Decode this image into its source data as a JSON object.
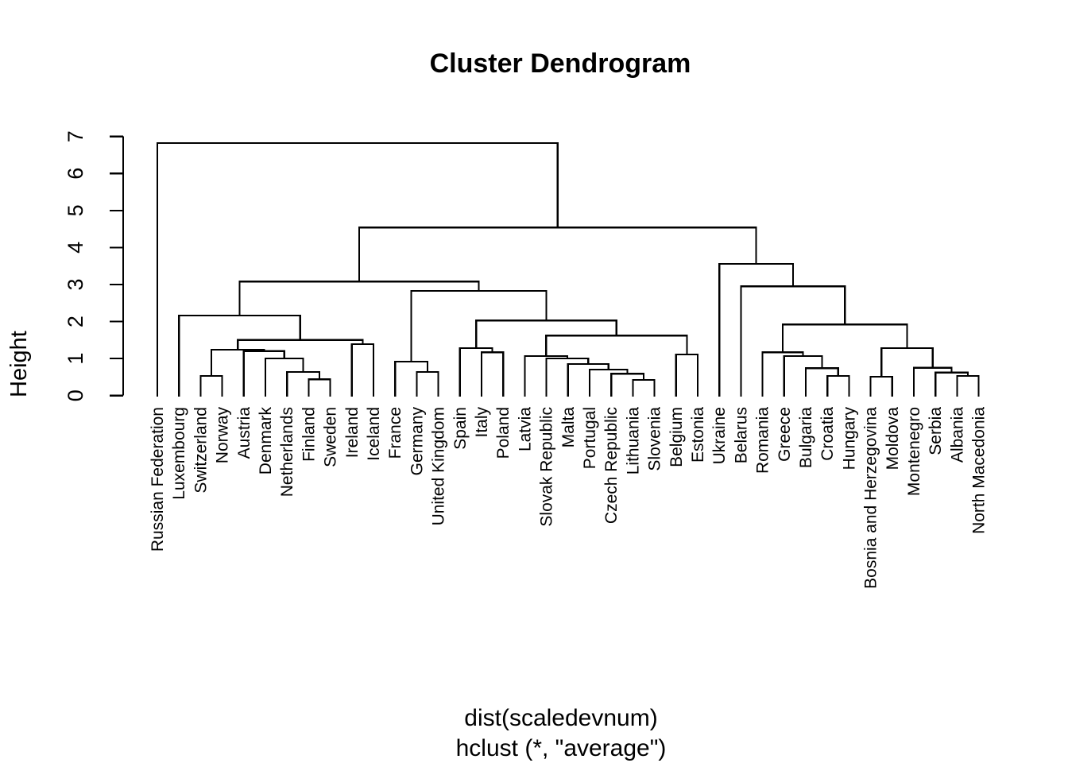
{
  "chart_data": {
    "type": "dendrogram",
    "title": "Cluster Dendrogram",
    "ylabel": "Height",
    "xlabel_line1": "dist(scaledevnum)",
    "xlabel_line2": "hclust (*, \"average\")",
    "yticks": [
      0,
      1,
      2,
      3,
      4,
      5,
      6,
      7
    ],
    "ylim": [
      0,
      7
    ],
    "grid": false,
    "line_color": "#000000",
    "background": "#ffffff",
    "linkage": "average",
    "leaf_order": [
      "Russian Federation",
      "Luxembourg",
      "Switzerland",
      "Norway",
      "Austria",
      "Denmark",
      "Netherlands",
      "Finland",
      "Sweden",
      "Ireland",
      "Iceland",
      "France",
      "Germany",
      "United Kingdom",
      "Spain",
      "Italy",
      "Poland",
      "Latvia",
      "Slovak Republic",
      "Malta",
      "Portugal",
      "Czech Republic",
      "Lithuania",
      "Slovenia",
      "Belgium",
      "Estonia",
      "Ukraine",
      "Belarus",
      "Romania",
      "Greece",
      "Bulgaria",
      "Croatia",
      "Hungary",
      "Bosnia and Herzegovina",
      "Moldova",
      "Montenegro",
      "Serbia",
      "Albania",
      "North Macedonia"
    ],
    "tree": {
      "h": 6.82,
      "c": [
        "Russian Federation",
        {
          "h": 4.54,
          "c": [
            {
              "h": 3.08,
              "c": [
                {
                  "h": 2.16,
                  "c": [
                    "Luxembourg",
                    {
                      "h": 1.5,
                      "c": [
                        {
                          "h": 1.24,
                          "c": [
                            {
                              "h": 0.53,
                              "c": [
                                "Switzerland",
                                "Norway"
                              ]
                            },
                            {
                              "h": 1.2,
                              "c": [
                                "Austria",
                                {
                                  "h": 1.0,
                                  "c": [
                                    "Denmark",
                                    {
                                      "h": 0.64,
                                      "c": [
                                        "Netherlands",
                                        {
                                          "h": 0.44,
                                          "c": [
                                            "Finland",
                                            "Sweden"
                                          ]
                                        }
                                      ]
                                    }
                                  ]
                                }
                              ]
                            }
                          ]
                        },
                        {
                          "h": 1.39,
                          "c": [
                            "Ireland",
                            "Iceland"
                          ]
                        }
                      ]
                    }
                  ]
                },
                {
                  "h": 2.83,
                  "c": [
                    {
                      "h": 0.92,
                      "c": [
                        "France",
                        {
                          "h": 0.64,
                          "c": [
                            "Germany",
                            "United Kingdom"
                          ]
                        }
                      ]
                    },
                    {
                      "h": 2.03,
                      "c": [
                        {
                          "h": 1.28,
                          "c": [
                            "Spain",
                            {
                              "h": 1.17,
                              "c": [
                                "Italy",
                                "Poland"
                              ]
                            }
                          ]
                        },
                        {
                          "h": 1.62,
                          "c": [
                            {
                              "h": 1.07,
                              "c": [
                                "Latvia",
                                {
                                  "h": 1.0,
                                  "c": [
                                    "Slovak Republic",
                                    {
                                      "h": 0.85,
                                      "c": [
                                        "Malta",
                                        {
                                          "h": 0.7,
                                          "c": [
                                            "Portugal",
                                            {
                                              "h": 0.59,
                                              "c": [
                                                "Czech Republic",
                                                {
                                                  "h": 0.42,
                                                  "c": [
                                                    "Lithuania",
                                                    "Slovenia"
                                                  ]
                                                }
                                              ]
                                            }
                                          ]
                                        }
                                      ]
                                    }
                                  ]
                                }
                              ]
                            },
                            {
                              "h": 1.11,
                              "c": [
                                "Belgium",
                                "Estonia"
                              ]
                            }
                          ]
                        }
                      ]
                    }
                  ]
                }
              ]
            },
            {
              "h": 3.56,
              "c": [
                "Ukraine",
                {
                  "h": 2.95,
                  "c": [
                    "Belarus",
                    {
                      "h": 1.92,
                      "c": [
                        {
                          "h": 1.17,
                          "c": [
                            "Romania",
                            {
                              "h": 1.07,
                              "c": [
                                "Greece",
                                {
                                  "h": 0.74,
                                  "c": [
                                    "Bulgaria",
                                    {
                                      "h": 0.53,
                                      "c": [
                                        "Croatia",
                                        "Hungary"
                                      ]
                                    }
                                  ]
                                }
                              ]
                            }
                          ]
                        },
                        {
                          "h": 1.28,
                          "c": [
                            {
                              "h": 0.51,
                              "c": [
                                "Bosnia and Herzegovina",
                                "Moldova"
                              ]
                            },
                            {
                              "h": 0.75,
                              "c": [
                                "Montenegro",
                                {
                                  "h": 0.62,
                                  "c": [
                                    "Serbia",
                                    {
                                      "h": 0.53,
                                      "c": [
                                        "Albania",
                                        "North Macedonia"
                                      ]
                                    }
                                  ]
                                }
                              ]
                            }
                          ]
                        }
                      ]
                    }
                  ]
                }
              ]
            }
          ]
        }
      ]
    }
  }
}
